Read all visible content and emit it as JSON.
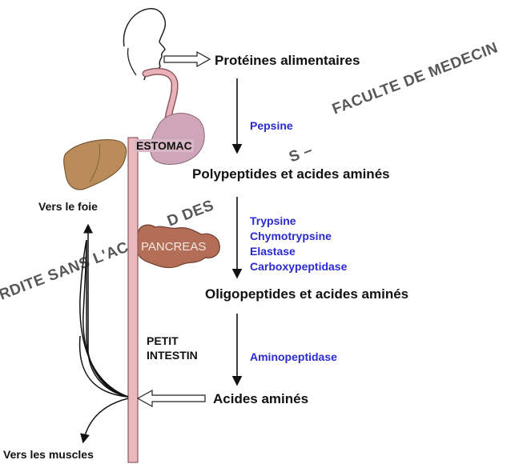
{
  "steps": {
    "proteines": "Protéines alimentaires",
    "polypeptides": "Polypeptides et acides aminés",
    "oligopeptides": "Oligopeptides et acides aminés",
    "acides_amines": "Acides aminés"
  },
  "enzymes": {
    "stomach": [
      "Pepsine"
    ],
    "pancreas": [
      "Trypsine",
      "Chymotrypsine",
      "Elastase",
      "Carboxypeptidase"
    ],
    "intestine": [
      "Aminopeptidase"
    ]
  },
  "organs": {
    "estomac": "ESTOMAC",
    "pancreas": "PANCREAS",
    "petit_intestin_1": "PETIT",
    "petit_intestin_2": "INTESTIN"
  },
  "destinations": {
    "foie": "Vers le foie",
    "muscles": "Vers les muscles"
  },
  "watermark": {
    "left": "RDITE SANS L'AC",
    "middle": "D DES",
    "fragment": "S –",
    "right": "FACULTE DE MEDECIN"
  },
  "colors": {
    "enzyme_text": "#2a2ad0",
    "stomach": "#cfa6b9",
    "pancreas": "#b46e58",
    "liver": "#b98c5a",
    "esophagus": "#e8b2b8"
  }
}
